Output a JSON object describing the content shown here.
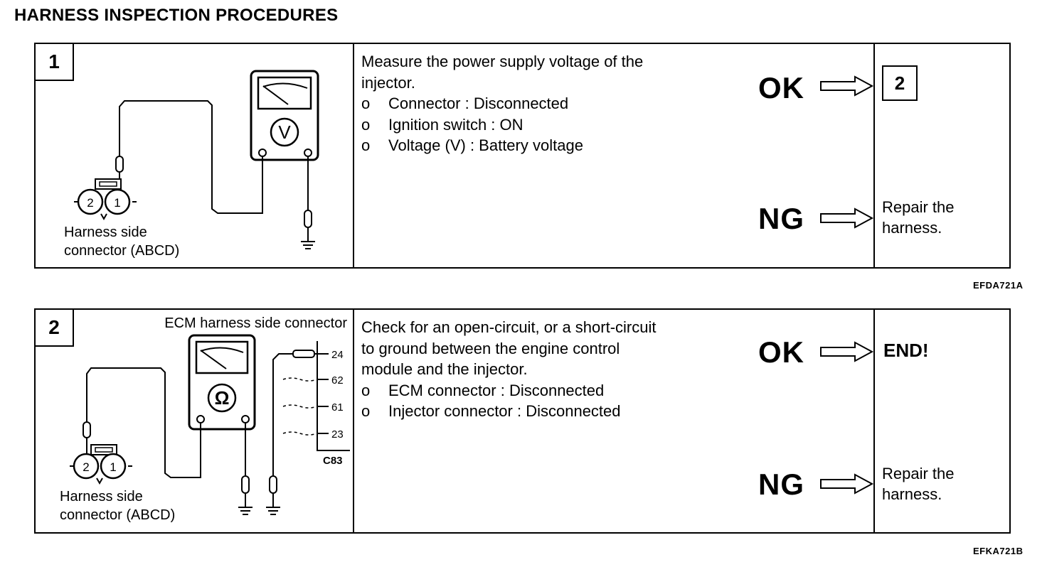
{
  "title": "HARNESS INSPECTION PROCEDURES",
  "steps": [
    {
      "number": "1",
      "diagram": {
        "meter_symbol": "V",
        "pin_left": "2",
        "pin_right": "1",
        "harness_label_line1": "Harness side",
        "harness_label_line2": "connector (ABCD)"
      },
      "instruction_lines": [
        "Measure the power supply voltage of the",
        "injector."
      ],
      "bullets": [
        {
          "mark": "o",
          "text": "Connector : Disconnected"
        },
        {
          "mark": "o",
          "text": "Ignition switch : ON"
        },
        {
          "mark": "o",
          "text": "Voltage (V) : Battery voltage"
        }
      ],
      "ok_label": "OK",
      "ng_label": "NG",
      "ok_result": "2",
      "ng_result_line1": "Repair the",
      "ng_result_line2": "harness.",
      "figure_code": "EFDA721A"
    },
    {
      "number": "2",
      "diagram": {
        "meter_symbol": "Ω",
        "pin_left": "2",
        "pin_right": "1",
        "ecm_label": "ECM harness side connector",
        "ecm_pins": [
          "24",
          "62",
          "61",
          "23"
        ],
        "ecm_connector_id": "C83",
        "harness_label_line1": "Harness side",
        "harness_label_line2": "connector (ABCD)"
      },
      "instruction_lines": [
        "Check for an open-circuit, or a short-circuit",
        "to ground between the engine control",
        "module and the injector."
      ],
      "bullets": [
        {
          "mark": "o",
          "text": "ECM connector : Disconnected"
        },
        {
          "mark": "o",
          "text": "Injector connector : Disconnected"
        }
      ],
      "ok_label": "OK",
      "ng_label": "NG",
      "ok_result": "END!",
      "ng_result_line1": "Repair the",
      "ng_result_line2": "harness.",
      "figure_code": "EFKA721B"
    }
  ]
}
